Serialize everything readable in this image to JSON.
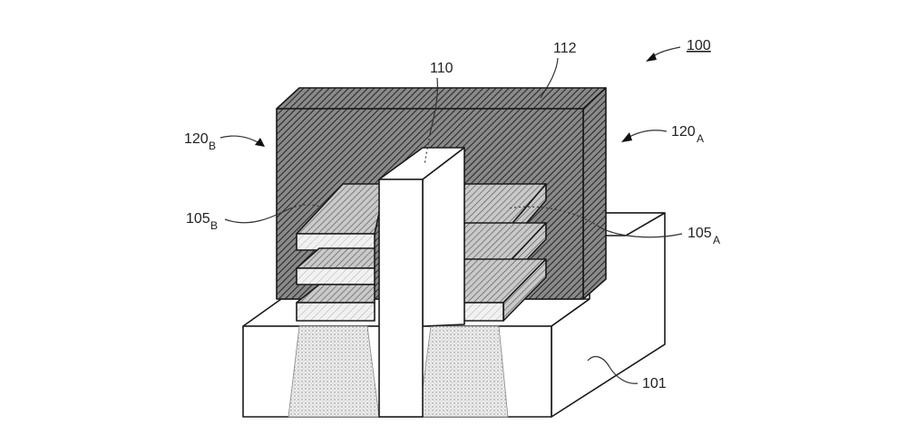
{
  "figure": {
    "ref_main": "100",
    "labels": {
      "substrate": "101",
      "gate": "112",
      "core": "110",
      "ch_a": {
        "base": "105",
        "sub": "A"
      },
      "ch_b": {
        "base": "105",
        "sub": "B"
      },
      "dev_a": {
        "base": "120",
        "sub": "A"
      },
      "dev_b": {
        "base": "120",
        "sub": "B"
      }
    }
  }
}
